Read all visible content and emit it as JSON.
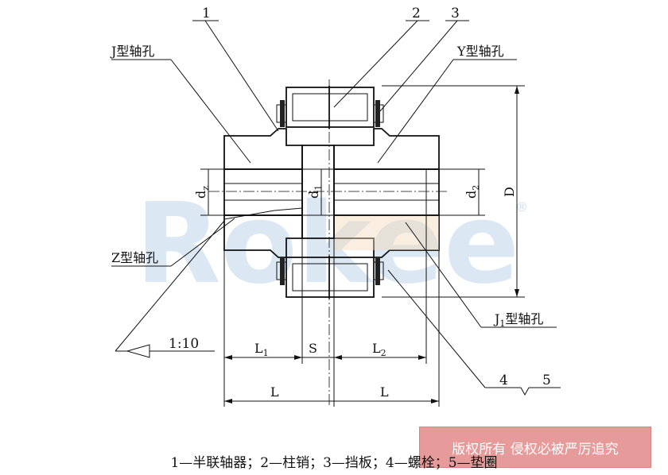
{
  "labels": {
    "part1": "1",
    "part2": "2",
    "part3": "3",
    "part4": "4",
    "part5": "5",
    "j_bore": "J型轴孔",
    "y_bore": "Y型轴孔",
    "z_bore": "Z型轴孔",
    "j1_bore_prefix": "J",
    "j1_bore_sub": "1",
    "j1_bore_suffix": "型轴孔",
    "taper": "1:10"
  },
  "dimensions": {
    "L1": {
      "main": "L",
      "sub": "1"
    },
    "S": "S",
    "L2": {
      "main": "L",
      "sub": "2"
    },
    "L_left": "L",
    "L_right": "L",
    "D": "D",
    "dz": {
      "main": "d",
      "sub": "z"
    },
    "d1": {
      "main": "d",
      "sub": "1"
    },
    "d2": {
      "main": "d",
      "sub": "2"
    }
  },
  "watermark": {
    "text": "Rokee",
    "mark": "®",
    "color": "#cfe0ef"
  },
  "caption": "1—半联轴器；2—柱销；3—挡板；4—螺栓；5—垫圈",
  "copyright": "版权所有 侵权必被严厉追究",
  "colors": {
    "copyright_bg": "#e79a9a",
    "hatch_highlight": "#f2d9b8"
  }
}
